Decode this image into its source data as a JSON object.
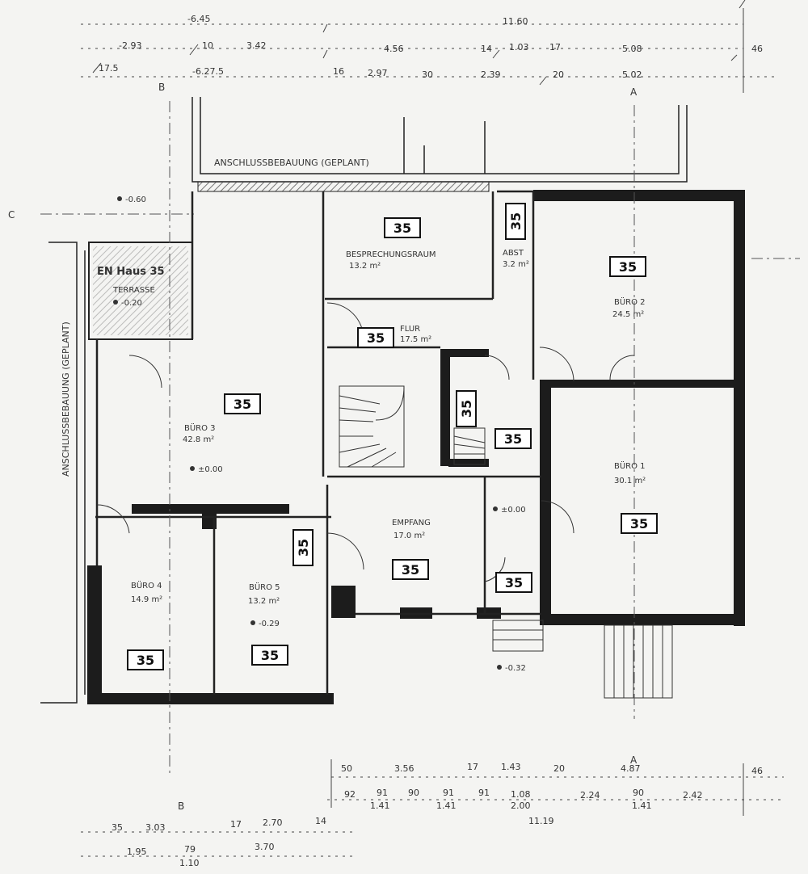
{
  "neighbors": {
    "top": "ANSCHLUSSBEBAUUNG (GEPLANT)",
    "left": "ANSCHLUSSBEBAUUNG (GEPLANT)",
    "house_label": "EN Haus 35"
  },
  "rooms": [
    {
      "id": "besprechung",
      "name": "BESPRECHUNGSRAUM",
      "area": "13.2 m²"
    },
    {
      "id": "abst",
      "name": "ABST",
      "area": "3.2 m²"
    },
    {
      "id": "buero2",
      "name": "BÜRO 2",
      "area": "24.5 m²"
    },
    {
      "id": "flur",
      "name": "FLUR",
      "area": "17.5 m²"
    },
    {
      "id": "terrasse",
      "name": "TERRASSE",
      "area": ""
    },
    {
      "id": "buero3",
      "name": "BÜRO 3",
      "area": "42.8 m²"
    },
    {
      "id": "buero1",
      "name": "BÜRO 1",
      "area": "30.1 m²"
    },
    {
      "id": "empfang",
      "name": "EMPFANG",
      "area": "17.0 m²"
    },
    {
      "id": "buero4",
      "name": "BÜRO 4",
      "area": "14.9 m²"
    },
    {
      "id": "buero5",
      "name": "BÜRO 5",
      "area": "13.2 m²"
    }
  ],
  "badge_value": "35",
  "levels": {
    "terrasse": "-0.20",
    "left": "-0.60",
    "buero3": "±0.00",
    "empfang": "±0.00",
    "buero5": "-0.29",
    "entry": "-0.32"
  },
  "section_marks": {
    "a": "A",
    "b": "B",
    "c": "C"
  },
  "dims_top": {
    "r1": [
      "-6.45",
      "11.60"
    ],
    "r2": [
      "-2.93",
      "10",
      "3.42",
      "4.56",
      "14",
      "1.03",
      "17",
      "5.08",
      "46"
    ],
    "r3": [
      "17.5",
      "-6.27.5",
      "16",
      "2.97",
      "30",
      "2.39",
      "20",
      "5.02"
    ]
  },
  "dims_bottom": {
    "r1": [
      "50",
      "3.56",
      "17",
      "1.43",
      "20",
      "4.87",
      "46"
    ],
    "r2": [
      "92",
      "91",
      "90",
      "91",
      "91",
      "1.08",
      "2.24",
      "90",
      "2.42"
    ],
    "r3": [
      "1.41",
      "1.41",
      "2.00",
      "1.41"
    ],
    "r4": [
      "11.19"
    ],
    "r5": [
      "35",
      "3.03",
      "17",
      "2.70",
      "14"
    ],
    "r6": [
      "1.95",
      "79",
      "3.70"
    ],
    "r7": [
      "1.10"
    ]
  }
}
